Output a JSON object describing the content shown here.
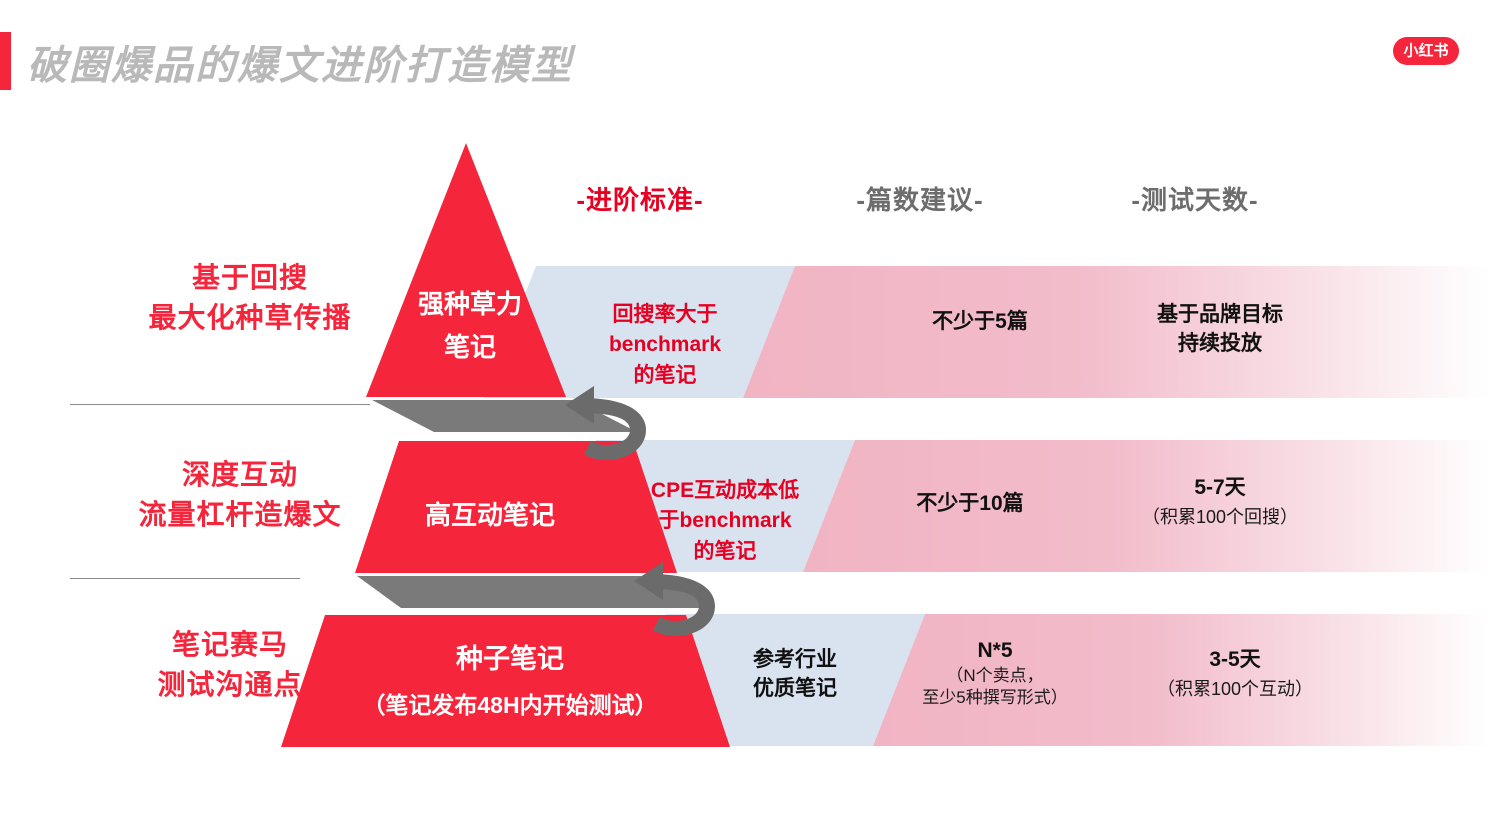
{
  "header": {
    "title": "破圈爆品的爆文进阶打造模型",
    "logo_text": "小红书",
    "accent_color": "#F5263C",
    "title_color": "#b9b9b9"
  },
  "columns": [
    {
      "label": "-进阶标准-",
      "color": "#E60021"
    },
    {
      "label": "-篇数建议-",
      "color": "#6d6d6d"
    },
    {
      "label": "-测试天数-",
      "color": "#6d6d6d"
    }
  ],
  "rows": [
    {
      "left_label_line1": "基于回搜",
      "left_label_line2": "最大化种草传播",
      "tier_line1": "强种草力",
      "tier_line2": "笔记",
      "standard_line1": "回搜率大于",
      "standard_line2": "benchmark",
      "standard_line3": "的笔记",
      "count": "不少于5篇",
      "count_sub": "",
      "days_line1": "基于品牌目标",
      "days_line2": "持续投放",
      "days_sub": ""
    },
    {
      "left_label_line1": "深度互动",
      "left_label_line2": "流量杠杆造爆文",
      "tier_line1": "高互动笔记",
      "tier_line2": "",
      "standard_line1": "CPE互动成本低",
      "standard_line2": "于benchmark",
      "standard_line3": "的笔记",
      "count": "不少于10篇",
      "count_sub": "",
      "days_line1": "5-7天",
      "days_line2": "",
      "days_sub": "（积累100个回搜）"
    },
    {
      "left_label_line1": "笔记赛马",
      "left_label_line2": "测试沟通点",
      "tier_line1": "种子笔记",
      "tier_line2": "（笔记发布48H内开始测试）",
      "standard_line1": "参考行业",
      "standard_line2": "优质笔记",
      "standard_line3": "",
      "count": "N*5",
      "count_sub_line1": "（N个卖点，",
      "count_sub_line2": "至少5种撰写形式）",
      "days_line1": "3-5天",
      "days_line2": "",
      "days_sub": "（积累100个互动）"
    }
  ],
  "palette": {
    "pyramid_red": "#F5263C",
    "shadow_gray": "#7a7a7a",
    "band_blue": "#d9e2ef",
    "band_pink": "#f2b9c6",
    "arrow_gray": "#6b6b6b",
    "divider_gray": "#8a8a8a"
  },
  "icons": {
    "loop_arrow": "loop-arrow-icon",
    "brand_logo": "xiaohongshu-logo-icon"
  }
}
